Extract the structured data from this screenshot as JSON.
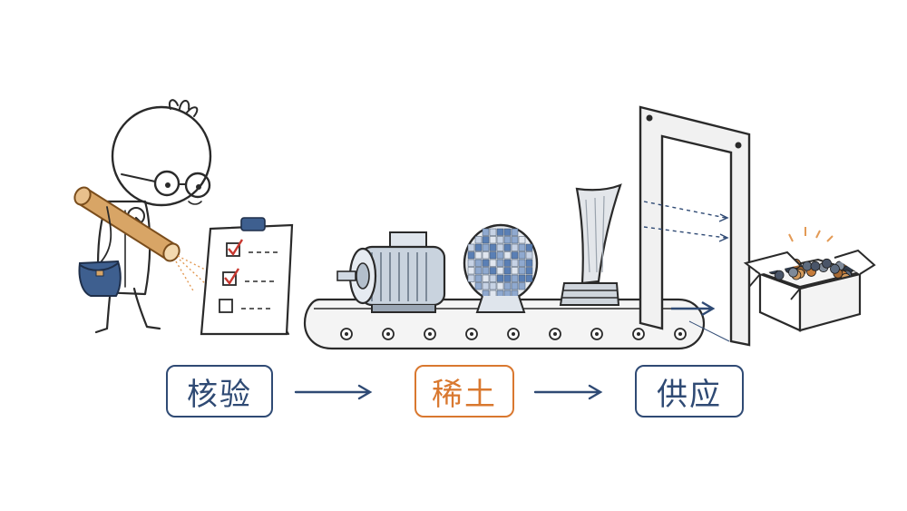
{
  "labels": {
    "verify": "核验",
    "rare_earth": "稀土",
    "supply": "供应"
  },
  "colors": {
    "blue_ink": "#2f4a74",
    "orange_ink": "#d9782f",
    "red_check": "#c8372f",
    "line_ink": "#2a2a2a",
    "tube_wood": "#d8a566",
    "bag_blue": "#3e5f8f"
  },
  "icons": [
    "inspector-character",
    "magnifier-tube",
    "shoulder-bag",
    "checklist-clipboard",
    "electric-motor",
    "semiconductor-wafer",
    "turbine-blade",
    "conveyor-belt",
    "scanner-gate",
    "box-of-ore"
  ],
  "checklist": {
    "checked": 2,
    "total": 3
  }
}
